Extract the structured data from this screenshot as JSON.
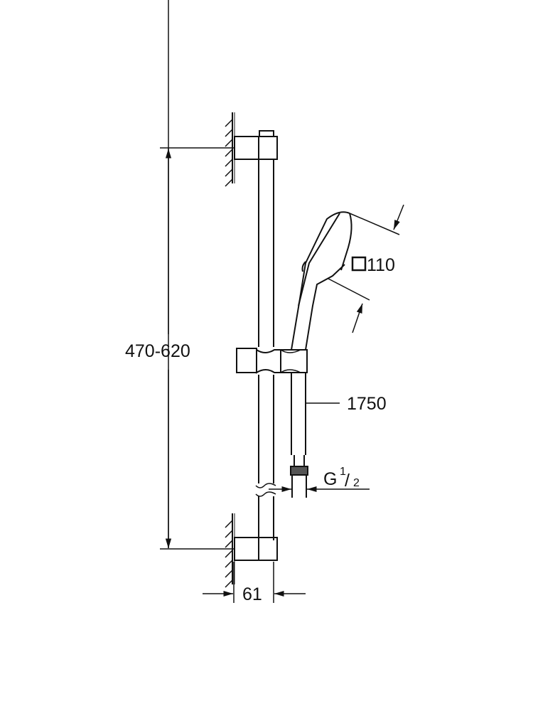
{
  "diagram": {
    "title": "Shower rail set technical drawing",
    "dimensions": {
      "rail_height_range": "470-620",
      "handshower_size_symbol": "□",
      "handshower_size": "110",
      "hose_length": "1750",
      "connection_thread_prefix": "G",
      "connection_thread_num": "1",
      "connection_thread_den": "2",
      "wall_projection": "61"
    },
    "colors": {
      "line": "#111111",
      "background": "#ffffff"
    }
  }
}
